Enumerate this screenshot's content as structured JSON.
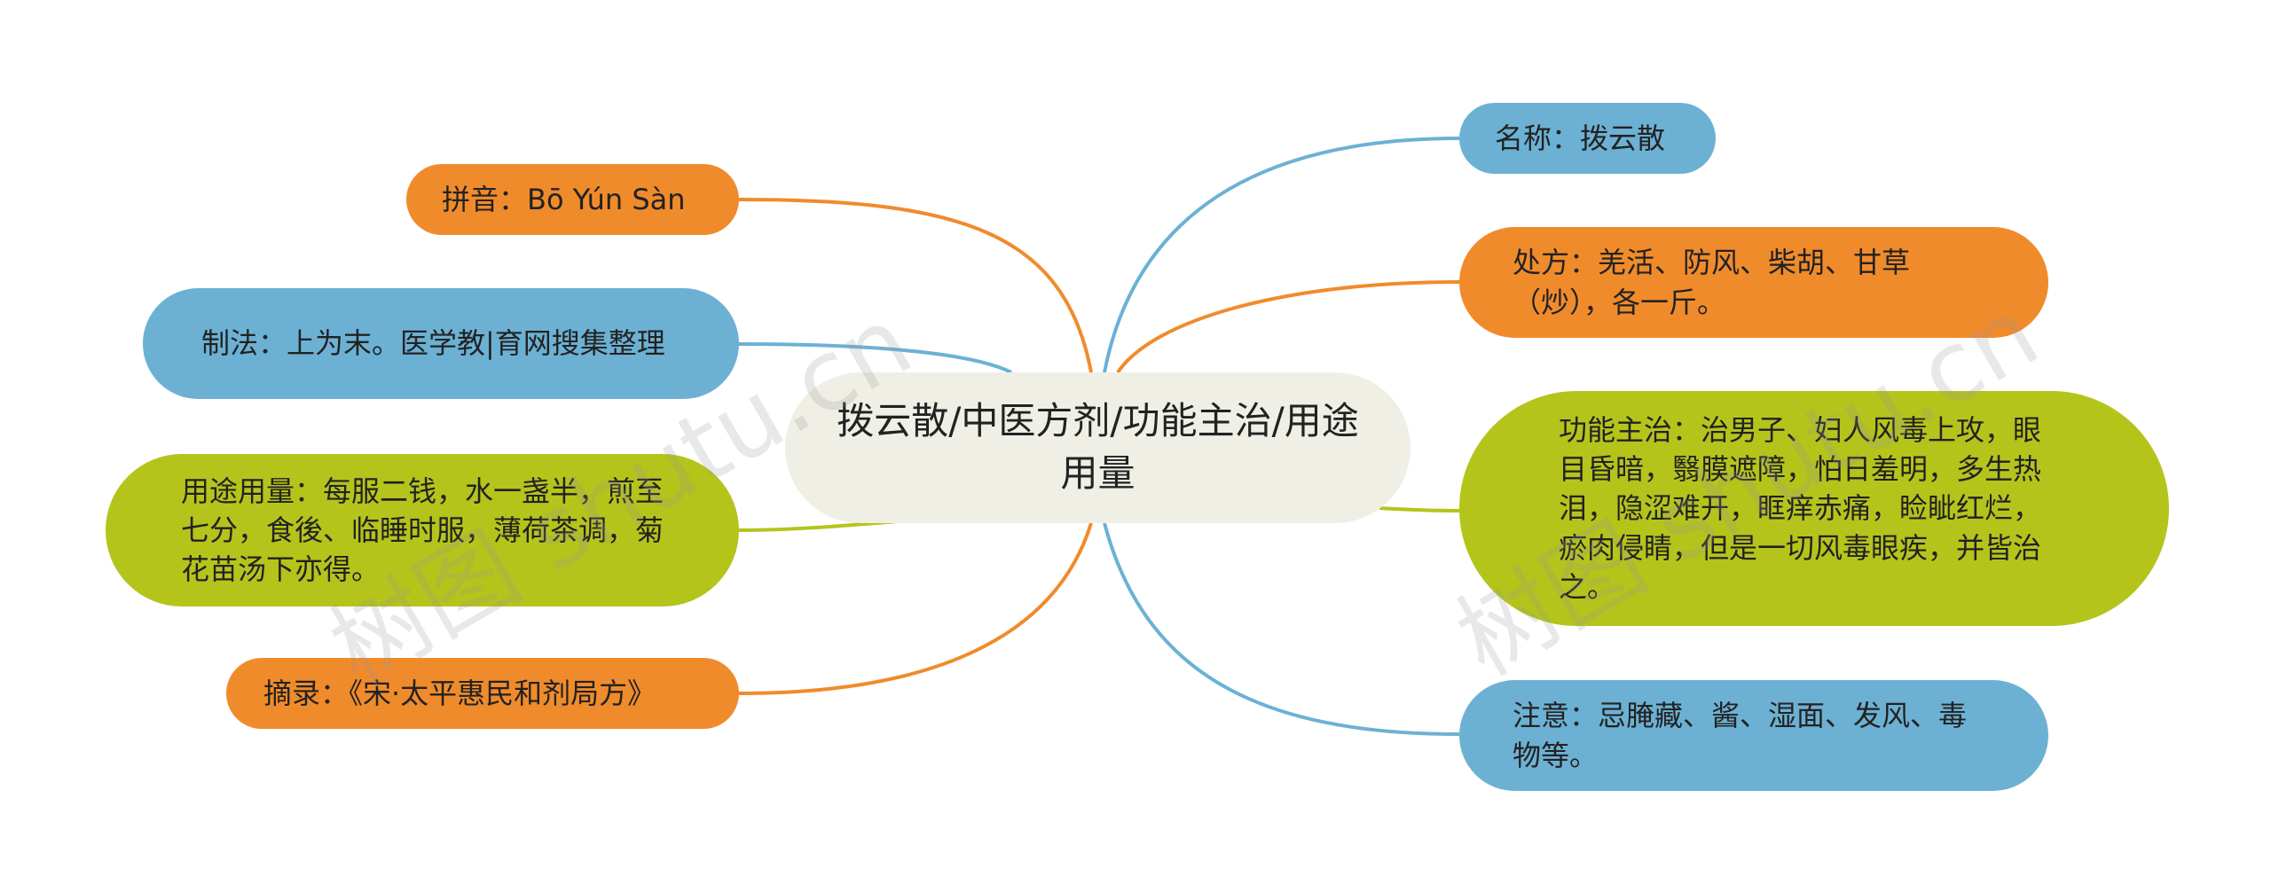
{
  "center": {
    "text": "拨云散/中医方剂/功能主治/用途用量"
  },
  "left_nodes": [
    {
      "id": "pinyin",
      "text": "拼音：Bō Yún Sàn",
      "color": "#f08b2c"
    },
    {
      "id": "zhifa",
      "text": "制法：上为末。医学教|育网搜集整理",
      "color": "#6cb1d4"
    },
    {
      "id": "yongtu",
      "text": "用途用量：每服二钱，水一盏半，煎至七分，食後、临睡时服，薄荷茶调，菊花苗汤下亦得。",
      "color": "#b5c41b"
    },
    {
      "id": "zhailu",
      "text": "摘录：《宋·太平惠民和剂局方》",
      "color": "#f08b2c"
    }
  ],
  "right_nodes": [
    {
      "id": "mingcheng",
      "text": "名称：拨云散",
      "color": "#6cb1d4"
    },
    {
      "id": "chufang",
      "text": "处方：羌活、防风、柴胡、甘草（炒），各一斤。",
      "color": "#f08b2c"
    },
    {
      "id": "gongneng",
      "text": "功能主治：治男子、妇人风毒上攻，眼目昏暗，翳膜遮障，怕日羞明，多生热泪，隐涩难开，眶痒赤痛，睑眦红烂，瘀肉侵睛，但是一切风毒眼疾，并皆治之。",
      "color": "#b5c41b"
    },
    {
      "id": "zhuyi",
      "text": "注意：忌腌藏、酱、湿面、发风、毒物等。",
      "color": "#6cb1d4"
    }
  ],
  "watermark": "树图 shutu.cn"
}
